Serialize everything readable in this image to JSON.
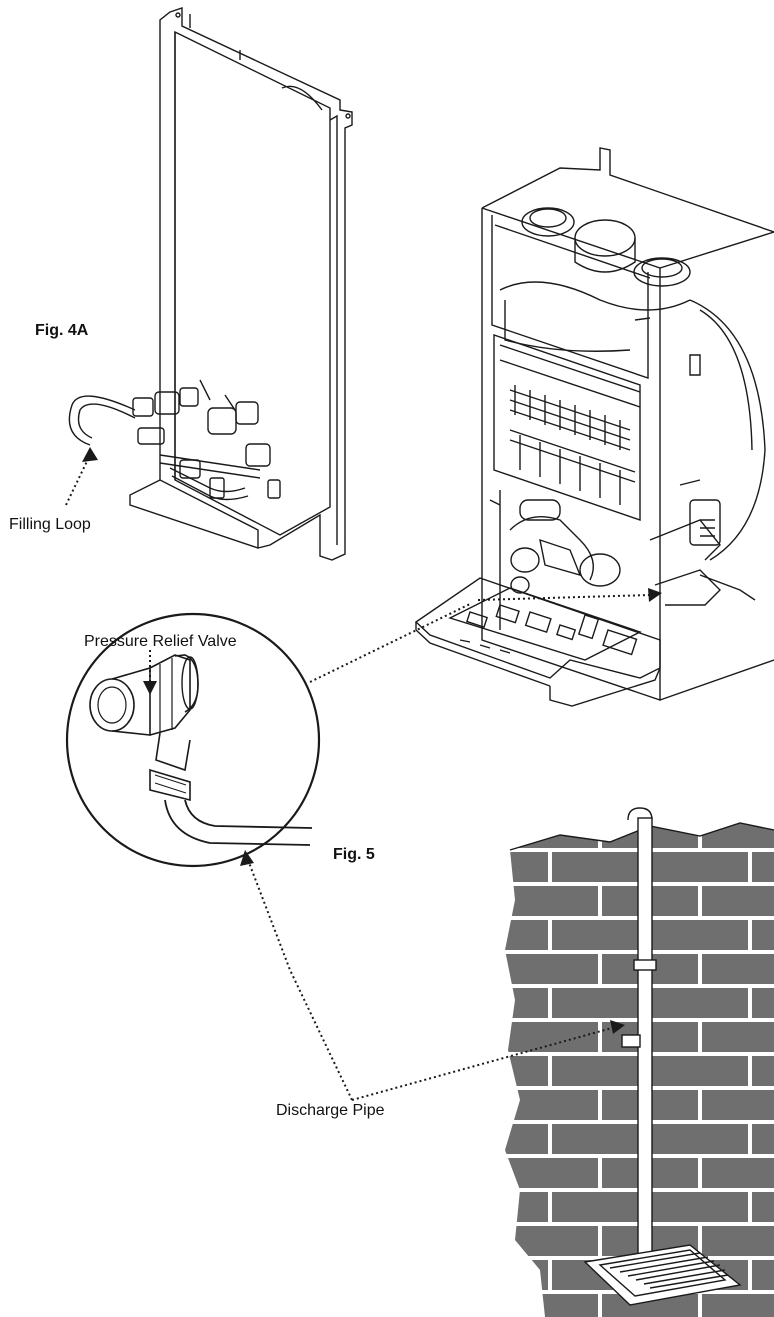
{
  "figures": {
    "fig4a": "Fig. 4A",
    "fig5": "Fig. 5"
  },
  "callouts": {
    "filling_loop": "Filling Loop",
    "pressure_relief_valve": "Pressure Relief Valve",
    "discharge_pipe": "Discharge Pipe"
  },
  "colors": {
    "line": "#1a1a1a",
    "brick": "#6f6f6f",
    "mortar": "#ffffff",
    "background": "#ffffff"
  }
}
